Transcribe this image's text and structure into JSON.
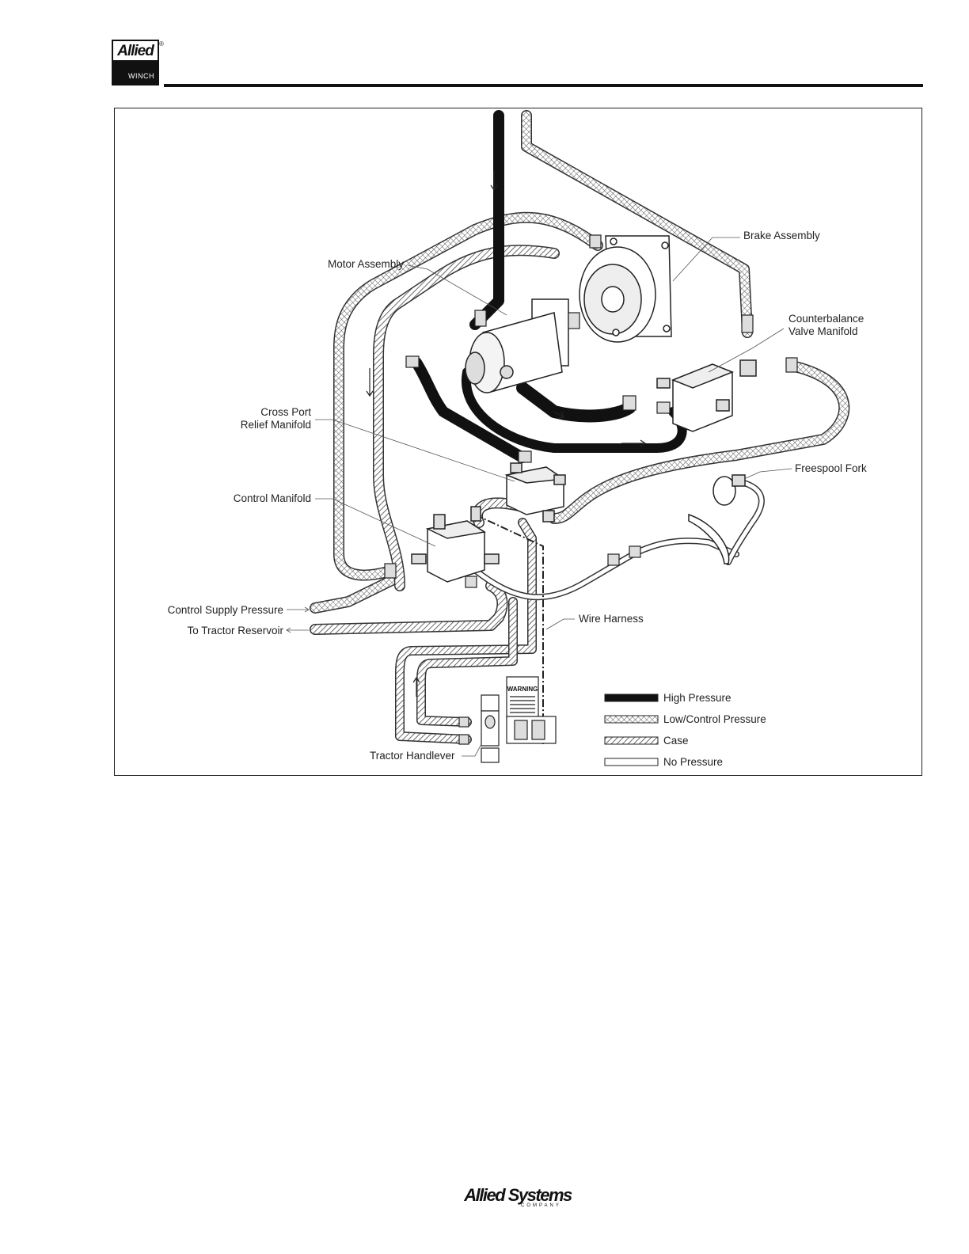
{
  "header": {
    "logo_top": "Allied",
    "logo_bottom": "WINCH",
    "logo_reg": "®"
  },
  "labels": {
    "brake_assembly": "Brake Assembly",
    "motor_assembly": "Motor Assembly",
    "counterbalance_1": "Counterbalance",
    "counterbalance_2": "Valve Manifold",
    "cross_port_1": "Cross Port",
    "cross_port_2": "Relief Manifold",
    "freespool_fork": "Freespool Fork",
    "control_manifold": "Control Manifold",
    "control_supply": "Control Supply Pressure",
    "tractor_reservoir": "To Tractor Reservoir",
    "wire_harness": "Wire Harness",
    "tractor_handlever": "Tractor Handlever"
  },
  "decal": {
    "warning": "WARNING"
  },
  "legend": [
    {
      "label": "High Pressure"
    },
    {
      "label": "Low/Control Pressure"
    },
    {
      "label": "Case"
    },
    {
      "label": "No Pressure"
    }
  ],
  "footer": {
    "logo_name": "Allied Systems",
    "logo_sub": "COMPANY"
  }
}
